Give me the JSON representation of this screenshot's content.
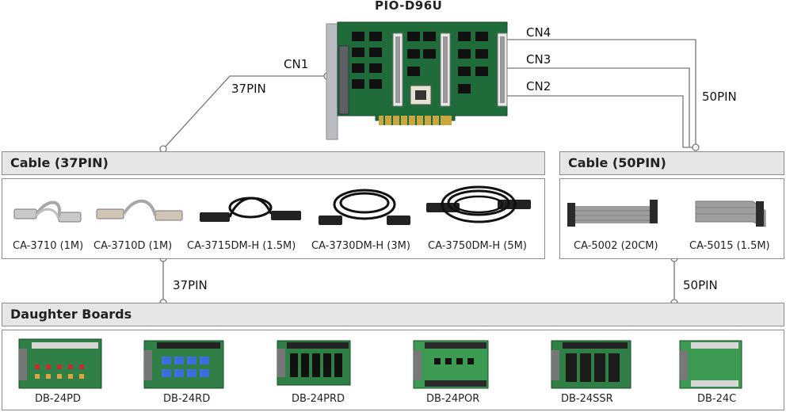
{
  "header": {
    "card_title": "PIO-D96U"
  },
  "connectors": {
    "cn1": "CN1",
    "cn2": "CN2",
    "cn3": "CN3",
    "cn4": "CN4",
    "pin37_top": "37PIN",
    "pin50_top": "50PIN",
    "pin37_mid": "37PIN",
    "pin50_mid": "50PIN"
  },
  "sections": {
    "cable37": "Cable (37PIN)",
    "cable50": "Cable (50PIN)",
    "daughter": "Daughter Boards"
  },
  "cables37": [
    {
      "label": "CA-3710 (1M)",
      "style": "grey"
    },
    {
      "label": "CA-3710D (1M)",
      "style": "grey"
    },
    {
      "label": "CA-3715DM-H (1.5M)",
      "style": "black"
    },
    {
      "label": "CA-3730DM-H (3M)",
      "style": "black"
    },
    {
      "label": "CA-3750DM-H (5M)",
      "style": "black"
    }
  ],
  "cables50": [
    {
      "label": "CA-5002 (20CM)"
    },
    {
      "label": "CA-5015 (1.5M)"
    }
  ],
  "boards": [
    {
      "label": "DB-24PD"
    },
    {
      "label": "DB-24RD"
    },
    {
      "label": "DB-24PRD"
    },
    {
      "label": "DB-24POR"
    },
    {
      "label": "DB-24SSR"
    },
    {
      "label": "DB-24C"
    }
  ],
  "colors": {
    "pcb": "#1f6b3a",
    "section_bar": "#e6e6e6",
    "border": "#8c8c8c",
    "line": "#777777"
  }
}
